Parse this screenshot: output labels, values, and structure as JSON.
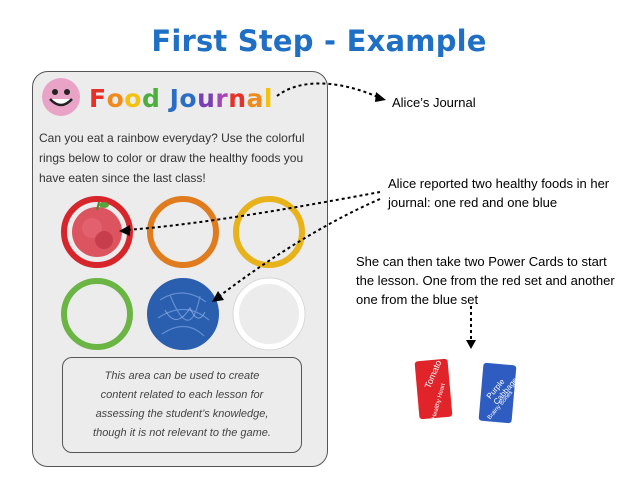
{
  "title": "First Step - Example",
  "journal": {
    "title_letters": [
      {
        "ch": "F",
        "color": "#e53128"
      },
      {
        "ch": "o",
        "color": "#f08a1d"
      },
      {
        "ch": "o",
        "color": "#f4c20d"
      },
      {
        "ch": "d",
        "color": "#4caf3d"
      },
      {
        "ch": " ",
        "color": "#000000"
      },
      {
        "ch": "J",
        "color": "#2b6cc4"
      },
      {
        "ch": "o",
        "color": "#2b6cc4"
      },
      {
        "ch": "u",
        "color": "#7a3fb5"
      },
      {
        "ch": "r",
        "color": "#a546b8"
      },
      {
        "ch": "n",
        "color": "#e53128"
      },
      {
        "ch": "a",
        "color": "#f08a1d"
      },
      {
        "ch": "l",
        "color": "#f4c20d"
      }
    ],
    "prompt": "Can you eat a rainbow everyday? Use the colorful rings below to color or draw the healthy foods you have eaten since the last class!",
    "rings": [
      {
        "color_name": "red",
        "color": "#d6252b",
        "filled": "apple"
      },
      {
        "color_name": "orange",
        "color": "#e07c1e",
        "filled": ""
      },
      {
        "color_name": "yellow",
        "color": "#e8b21b",
        "filled": ""
      },
      {
        "color_name": "green",
        "color": "#6ab544",
        "filled": ""
      },
      {
        "color_name": "blue",
        "color": "#2a5fb0",
        "filled": "scribble"
      },
      {
        "color_name": "white",
        "color": "#ffffff",
        "filled": ""
      }
    ],
    "lesson_box_text": "This area can be used to create\ncontent related to each lesson for\nassessing the student’s knowledge,\nthough it is not relevant to the game."
  },
  "annotations": {
    "journal_label": "Alice’s Journal",
    "reported": "Alice reported two healthy foods in her journal: one red and one blue",
    "power_cards": "She can then take two Power Cards to start the lesson. One from the red set and another one from the blue set"
  },
  "cards": [
    {
      "color": "#e0242a",
      "name": "Tomato",
      "subtitle": "Healthy Heart"
    },
    {
      "color": "#2f5cc0",
      "name": "Purple Cabbage",
      "subtitle": "Brainy Bones"
    }
  ]
}
